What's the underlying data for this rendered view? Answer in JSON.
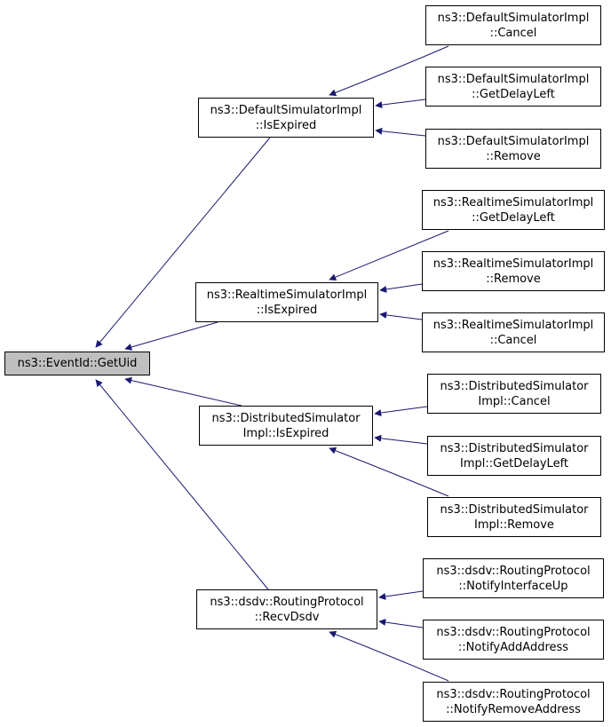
{
  "graph": {
    "edge_color": "#191970",
    "root": {
      "label": "ns3::EventId::GetUid",
      "fill": "#bfbfbf"
    },
    "callers": [
      {
        "lines": [
          "ns3::DefaultSimulatorImpl",
          "::IsExpired"
        ],
        "callers": [
          {
            "lines": [
              "ns3::DefaultSimulatorImpl",
              "::Cancel"
            ]
          },
          {
            "lines": [
              "ns3::DefaultSimulatorImpl",
              "::GetDelayLeft"
            ]
          },
          {
            "lines": [
              "ns3::DefaultSimulatorImpl",
              "::Remove"
            ]
          }
        ]
      },
      {
        "lines": [
          "ns3::RealtimeSimulatorImpl",
          "::IsExpired"
        ],
        "callers": [
          {
            "lines": [
              "ns3::RealtimeSimulatorImpl",
              "::GetDelayLeft"
            ]
          },
          {
            "lines": [
              "ns3::RealtimeSimulatorImpl",
              "::Remove"
            ]
          },
          {
            "lines": [
              "ns3::RealtimeSimulatorImpl",
              "::Cancel"
            ]
          }
        ]
      },
      {
        "lines": [
          "ns3::DistributedSimulator",
          "Impl::IsExpired"
        ],
        "callers": [
          {
            "lines": [
              "ns3::DistributedSimulator",
              "Impl::Cancel"
            ]
          },
          {
            "lines": [
              "ns3::DistributedSimulator",
              "Impl::GetDelayLeft"
            ]
          },
          {
            "lines": [
              "ns3::DistributedSimulator",
              "Impl::Remove"
            ]
          }
        ]
      },
      {
        "lines": [
          "ns3::dsdv::RoutingProtocol",
          "::RecvDsdv"
        ],
        "callers": [
          {
            "lines": [
              "ns3::dsdv::RoutingProtocol",
              "::NotifyInterfaceUp"
            ]
          },
          {
            "lines": [
              "ns3::dsdv::RoutingProtocol",
              "::NotifyAddAddress"
            ]
          },
          {
            "lines": [
              "ns3::dsdv::RoutingProtocol",
              "::NotifyRemoveAddress"
            ]
          }
        ]
      }
    ]
  }
}
